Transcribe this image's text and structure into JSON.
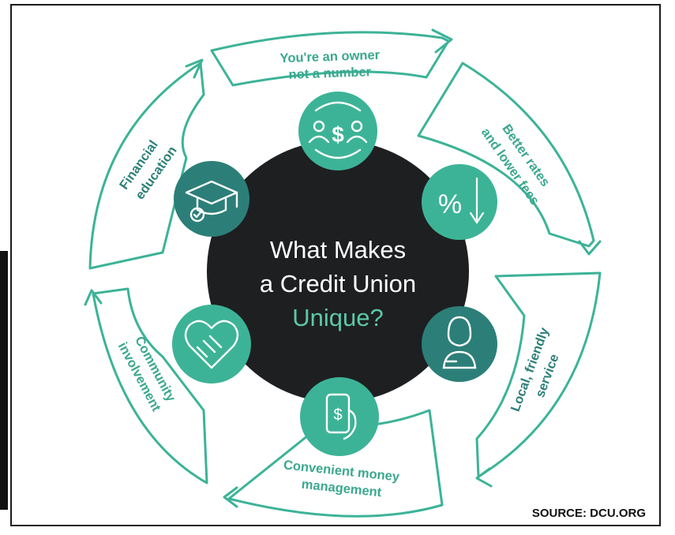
{
  "title": {
    "line1": "What Makes",
    "line2": "a Credit Union",
    "line3": "Unique?"
  },
  "segments": [
    {
      "label_lines": [
        "You're an owner",
        "not a number"
      ],
      "icon": "owners-money-icon"
    },
    {
      "label_lines": [
        "Better rates",
        "and lower fees"
      ],
      "icon": "percent-down-icon"
    },
    {
      "label_lines": [
        "Local, friendly",
        "service"
      ],
      "icon": "service-person-icon"
    },
    {
      "label_lines": [
        "Convenient money",
        "management"
      ],
      "icon": "mobile-money-icon"
    },
    {
      "label_lines": [
        "Community",
        "involvement"
      ],
      "icon": "heart-handshake-icon"
    },
    {
      "label_lines": [
        "Financial",
        "education"
      ],
      "icon": "graduation-cap-icon"
    }
  ],
  "source": "SOURCE: DCU.ORG",
  "colors": {
    "teal": "#3cb397",
    "teal_dark": "#2c7f78",
    "center": "#1e1f21",
    "accent_text": "#5cc9a7",
    "label_text": "#3aa88f"
  }
}
